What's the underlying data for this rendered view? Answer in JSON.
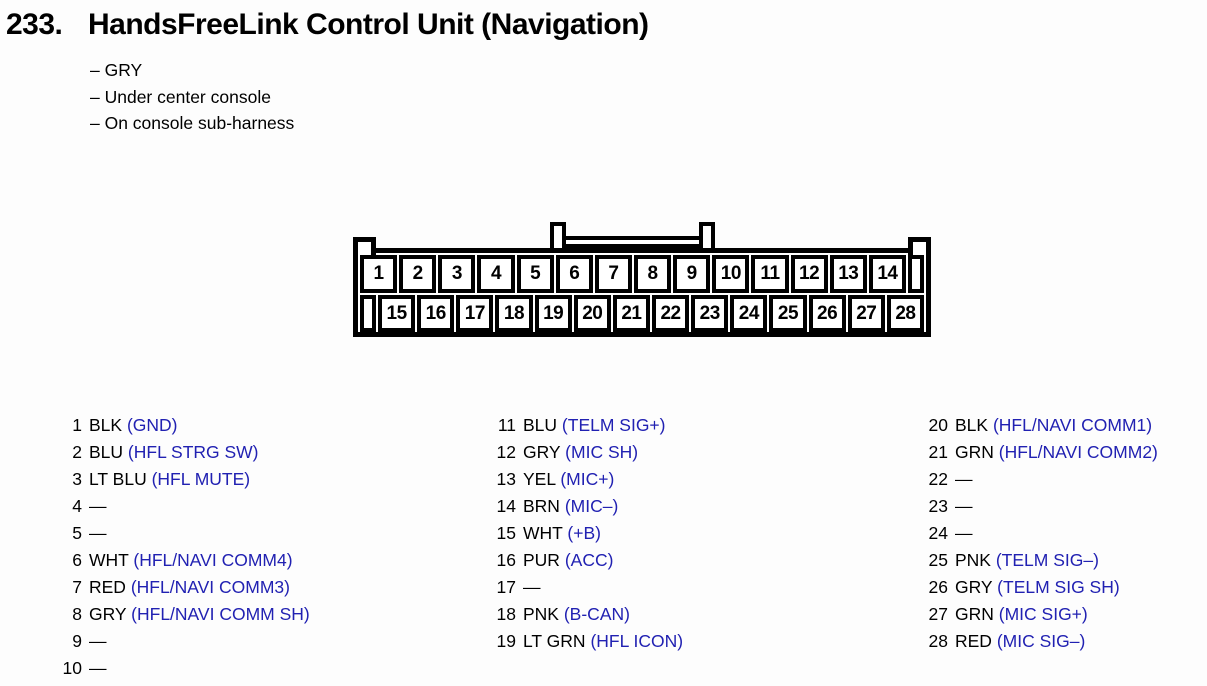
{
  "page": {
    "background": "#fdfdfd",
    "text_color": "#000000",
    "accent_blue": "#2121b2"
  },
  "header": {
    "number": "233.",
    "title": "HandsFreeLink Control Unit (Navigation)",
    "notes": [
      "– GRY",
      "– Under center console",
      "– On console sub-harness"
    ]
  },
  "connector": {
    "top_pins": [
      "1",
      "2",
      "3",
      "4",
      "5",
      "6",
      "7",
      "8",
      "9",
      "10",
      "11",
      "12",
      "13",
      "14"
    ],
    "bottom_pins": [
      "15",
      "16",
      "17",
      "18",
      "19",
      "20",
      "21",
      "22",
      "23",
      "24",
      "25",
      "26",
      "27",
      "28"
    ]
  },
  "pin_list": {
    "col1": [
      {
        "pin": "1",
        "color": "BLK",
        "signal": "(GND)"
      },
      {
        "pin": "2",
        "color": "BLU",
        "signal": "(HFL STRG SW)"
      },
      {
        "pin": "3",
        "color": "LT BLU",
        "signal": "(HFL MUTE)"
      },
      {
        "pin": "4",
        "color": "—",
        "signal": ""
      },
      {
        "pin": "5",
        "color": "—",
        "signal": ""
      },
      {
        "pin": "6",
        "color": "WHT",
        "signal": "(HFL/NAVI COMM4)"
      },
      {
        "pin": "7",
        "color": "RED",
        "signal": "(HFL/NAVI COMM3)"
      },
      {
        "pin": "8",
        "color": "GRY",
        "signal": "(HFL/NAVI COMM SH)"
      },
      {
        "pin": "9",
        "color": "—",
        "signal": ""
      },
      {
        "pin": "10",
        "color": "—",
        "signal": ""
      }
    ],
    "col2": [
      {
        "pin": "11",
        "color": "BLU",
        "signal": "(TELM SIG+)"
      },
      {
        "pin": "12",
        "color": "GRY",
        "signal": "(MIC SH)"
      },
      {
        "pin": "13",
        "color": "YEL",
        "signal": "(MIC+)"
      },
      {
        "pin": "14",
        "color": "BRN",
        "signal": "(MIC–)"
      },
      {
        "pin": "15",
        "color": "WHT",
        "signal": "(+B)"
      },
      {
        "pin": "16",
        "color": "PUR",
        "signal": "(ACC)"
      },
      {
        "pin": "17",
        "color": "—",
        "signal": ""
      },
      {
        "pin": "18",
        "color": "PNK",
        "signal": "(B-CAN)"
      },
      {
        "pin": "19",
        "color": "LT GRN",
        "signal": "(HFL ICON)"
      }
    ],
    "col3": [
      {
        "pin": "20",
        "color": "BLK",
        "signal": "(HFL/NAVI COMM1)"
      },
      {
        "pin": "21",
        "color": "GRN",
        "signal": "(HFL/NAVI COMM2)"
      },
      {
        "pin": "22",
        "color": "—",
        "signal": ""
      },
      {
        "pin": "23",
        "color": "—",
        "signal": ""
      },
      {
        "pin": "24",
        "color": "—",
        "signal": ""
      },
      {
        "pin": "25",
        "color": "PNK",
        "signal": "(TELM SIG–)"
      },
      {
        "pin": "26",
        "color": "GRY",
        "signal": "(TELM SIG SH)"
      },
      {
        "pin": "27",
        "color": "GRN",
        "signal": "(MIC SIG+)"
      },
      {
        "pin": "28",
        "color": "RED",
        "signal": "(MIC SIG–)"
      }
    ]
  }
}
